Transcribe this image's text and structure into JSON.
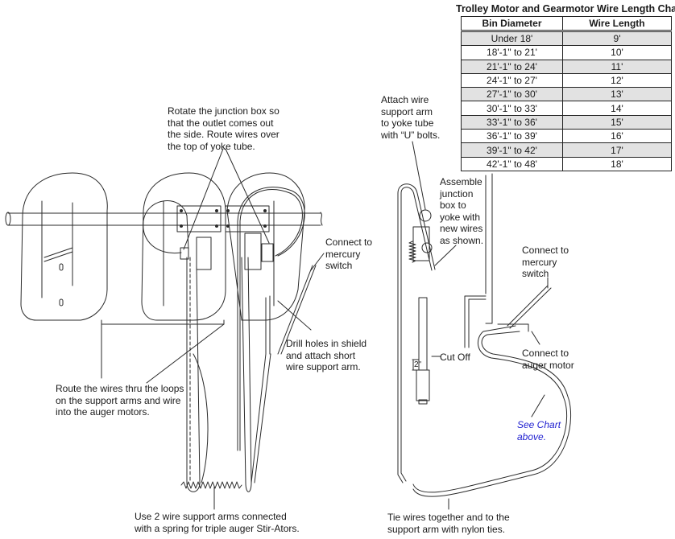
{
  "chart": {
    "title": "Trolley Motor and Gearmotor Wire Length Chart",
    "columns": [
      "Bin Diameter",
      "Wire Length"
    ],
    "rows": [
      {
        "diameter": "Under 18'",
        "length": "9'"
      },
      {
        "diameter": "18'-1\" to 21'",
        "length": "10'"
      },
      {
        "diameter": "21'-1\" to 24'",
        "length": "11'"
      },
      {
        "diameter": "24'-1\" to 27'",
        "length": "12'"
      },
      {
        "diameter": "27'-1\" to 30'",
        "length": "13'"
      },
      {
        "diameter": "30'-1\" to 33'",
        "length": "14'"
      },
      {
        "diameter": "33'-1\" to 36'",
        "length": "15'"
      },
      {
        "diameter": "36'-1\" to 39'",
        "length": "16'"
      },
      {
        "diameter": "39'-1\" to 42'",
        "length": "17'"
      },
      {
        "diameter": "42'-1\" to 48'",
        "length": "18'"
      }
    ]
  },
  "callouts": {
    "rotate_junction_box": "Rotate the junction box so\nthat the outlet comes out\nthe side. Route wires over\nthe top of yoke tube.",
    "connect_mercury_left": "Connect to\nmercury\nswitch",
    "drill_holes": "Drill holes in shield\nand attach short\nwire support arm.",
    "route_wires": "Route the wires thru the loops\non the support arms and wire\ninto the auger motors.",
    "use_two_arms": "Use 2 wire support arms connected\nwith a spring for triple auger Stir-Ators.",
    "attach_wire_support": "Attach wire\nsupport arm\nto yoke tube\nwith “U” bolts.",
    "assemble_junction_box": "Assemble\njunction\nbox to\nyoke with\nnew wires\nas shown.",
    "connect_mercury_right": "Connect to\nmercury\nswitch",
    "connect_auger_motor": "Connect to\nauger motor",
    "cut_off": "Cut Off",
    "dimension": "2\"",
    "see_chart": "See Chart\nabove.",
    "tie_wires": "Tie wires together and to the\nsupport arm with nylon ties."
  },
  "colors": {
    "line": "#2a2a2a",
    "table_shade": "#e2e2e2",
    "note_blue": "#1f1fd0"
  }
}
